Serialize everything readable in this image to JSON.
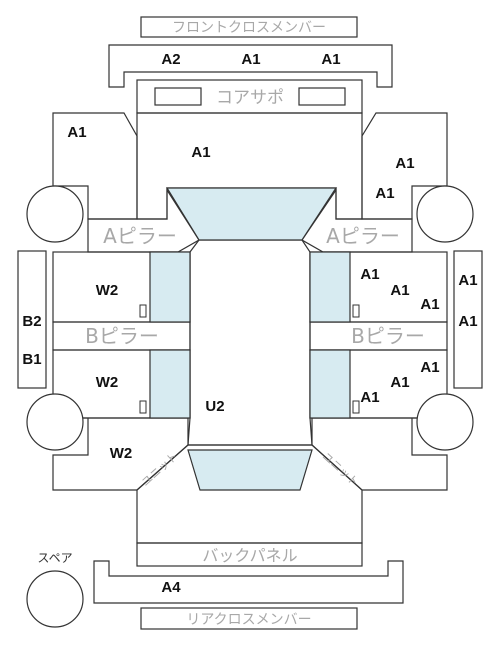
{
  "labels": {
    "front_cross_member": "フロントクロスメンバー",
    "core_support": "コアサポ",
    "a_pillar_left": "Aピラー",
    "a_pillar_right": "Aピラー",
    "b_pillar_left": "Bピラー",
    "b_pillar_right": "Bピラー",
    "back_panel": "バックパネル",
    "rear_cross_member": "リアクロスメンバー",
    "spare": "スペア",
    "unit_left": "ユニット",
    "unit_right": "ユニット"
  },
  "grades": {
    "front_a2": "A2",
    "front_a1_mid": "A1",
    "front_a1_right": "A1",
    "fender_left": "A1",
    "hood": "A1",
    "fender_right_top": "A1",
    "fender_right_bottom": "A1",
    "front_door_left": "W2",
    "rear_door_left": "W2",
    "quarter_left": "W2",
    "step_left_b2": "B2",
    "step_left_b1": "B1",
    "front_door_right_1": "A1",
    "front_door_right_2": "A1",
    "front_door_right_3": "A1",
    "step_right_1": "A1",
    "step_right_2": "A1",
    "rear_door_right_1": "A1",
    "rear_door_right_2": "A1",
    "rear_door_right_3": "A1",
    "roof": "U2",
    "rear_bumper": "A4"
  },
  "colors": {
    "glass": "#d7ebf1",
    "line": "#333333",
    "label_gray": "#a8a8a8"
  }
}
